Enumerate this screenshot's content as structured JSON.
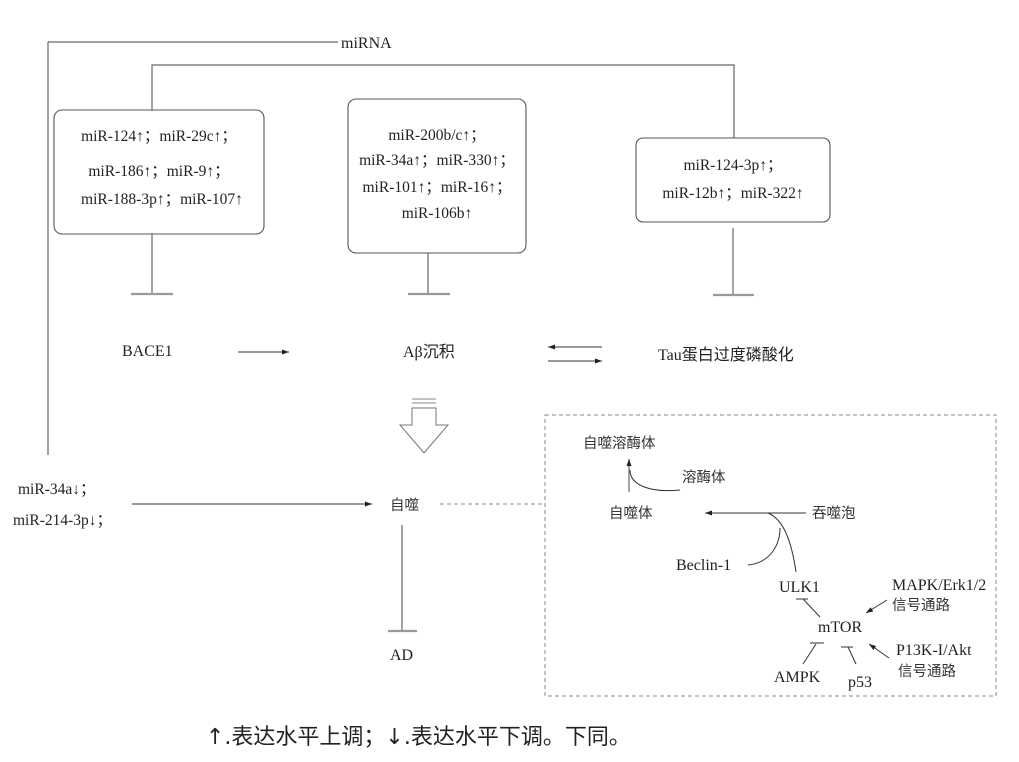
{
  "diagram": {
    "root_label": "miRNA",
    "boxes": [
      {
        "id": "bace1-regulators",
        "lines": [
          "miR-124↑；miR-29c↑；",
          "miR-186↑；miR-9↑；",
          "miR-188-3p↑；miR-107↑"
        ]
      },
      {
        "id": "abeta-regulators",
        "lines": [
          "miR-200b/c↑；",
          "miR-34a↑；miR-330↑；",
          "miR-101↑；miR-16↑；",
          "miR-106b↑"
        ]
      },
      {
        "id": "tau-regulators",
        "lines": [
          "miR-124-3p↑；",
          "miR-12b↑；miR-322↑"
        ]
      }
    ],
    "nodes": {
      "bace1": "BACE1",
      "abeta": "Aβ沉积",
      "tau": "Tau蛋白过度磷酸化",
      "autophagy": "自噬",
      "ad": "AD",
      "down_mirna": [
        "miR-34a↓；",
        "miR-214-3p↓；"
      ]
    },
    "autophagy_detail": {
      "autolysosome": "自噬溶酶体",
      "lysosome": "溶酶体",
      "autophagosome": "自噬体",
      "phagophore": "吞噬泡",
      "beclin1": "Beclin-1",
      "ulk1": "ULK1",
      "mtor": "mTOR",
      "ampk": "AMPK",
      "p53": "p53",
      "mapk_line1": "MAPK/Erk1/2",
      "mapk_line2": "信号通路",
      "pi3k_line1": "P13K-I/Akt",
      "pi3k_line2": "信号通路"
    },
    "legend": "↑.表达水平上调；↓.表达水平下调。下同。"
  }
}
